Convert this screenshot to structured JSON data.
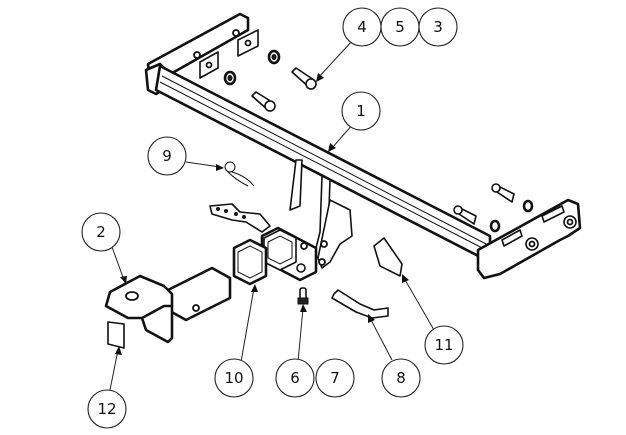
{
  "diagram": {
    "title": "Tow bar exploded assembly",
    "balloons": [
      {
        "id": "b1",
        "label": "1",
        "part": "crossbar-frame"
      },
      {
        "id": "b2",
        "label": "2",
        "part": "ball-mount"
      },
      {
        "id": "b3",
        "label": "3",
        "part": "fastener"
      },
      {
        "id": "b4",
        "label": "4",
        "part": "bolt"
      },
      {
        "id": "b5",
        "label": "5",
        "part": "washer"
      },
      {
        "id": "b6",
        "label": "6",
        "part": "small-bolt"
      },
      {
        "id": "b7",
        "label": "7",
        "part": "nut"
      },
      {
        "id": "b8",
        "label": "8",
        "part": "hitch-pin"
      },
      {
        "id": "b9",
        "label": "9",
        "part": "r-clip"
      },
      {
        "id": "b10",
        "label": "10",
        "part": "receiver-cover"
      },
      {
        "id": "b11",
        "label": "11",
        "part": "label-plate"
      },
      {
        "id": "b12",
        "label": "12",
        "part": "label-small"
      }
    ]
  }
}
